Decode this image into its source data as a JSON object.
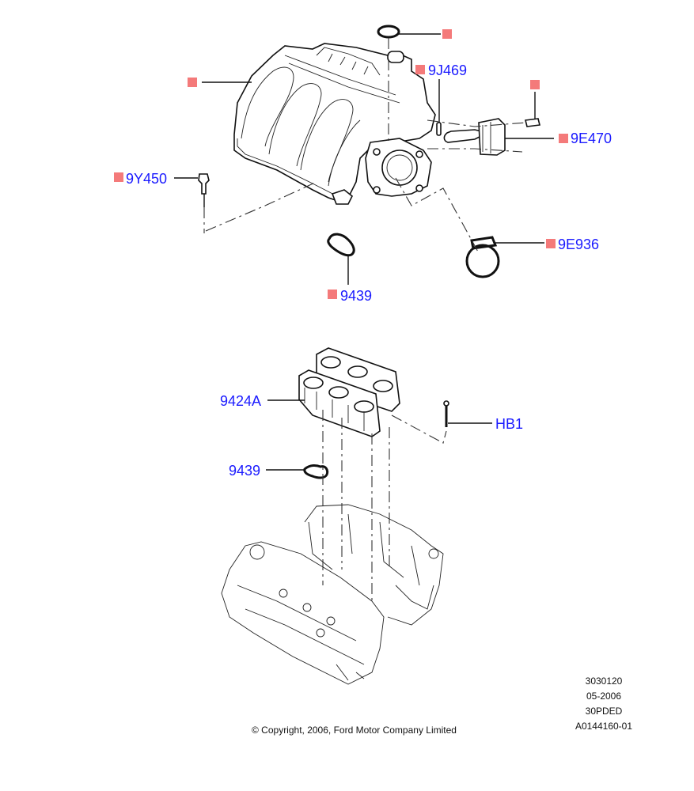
{
  "diagram": {
    "title": "Intake manifold exploded view",
    "upper_assembly": {
      "callouts": [
        {
          "id": "cap-gasket",
          "label": "",
          "has_marker": true
        },
        {
          "id": "manifold",
          "label": "",
          "has_marker": true
        },
        {
          "id": "9J469",
          "label": "9J469",
          "has_marker": true
        },
        {
          "id": "bolt-right",
          "label": "",
          "has_marker": true
        },
        {
          "id": "9E470",
          "label": "9E470",
          "has_marker": true
        },
        {
          "id": "9Y450",
          "label": "9Y450",
          "has_marker": true
        },
        {
          "id": "9E936",
          "label": "9E936",
          "has_marker": true
        },
        {
          "id": "9439-upper",
          "label": "9439",
          "has_marker": true
        }
      ]
    },
    "lower_assembly": {
      "callouts": [
        {
          "id": "9424A",
          "label": "9424A",
          "has_marker": false
        },
        {
          "id": "HB1",
          "label": "HB1",
          "has_marker": false
        },
        {
          "id": "9439-lower",
          "label": "9439",
          "has_marker": false
        }
      ]
    },
    "colors": {
      "label": "#1a1aff",
      "marker": "#f47a7a",
      "line": "#111111"
    }
  },
  "footer": {
    "copyright": "© Copyright, 2006, Ford Motor Company Limited",
    "meta": [
      "3030120",
      "05-2006",
      "30PDED",
      "A0144160-01"
    ]
  }
}
